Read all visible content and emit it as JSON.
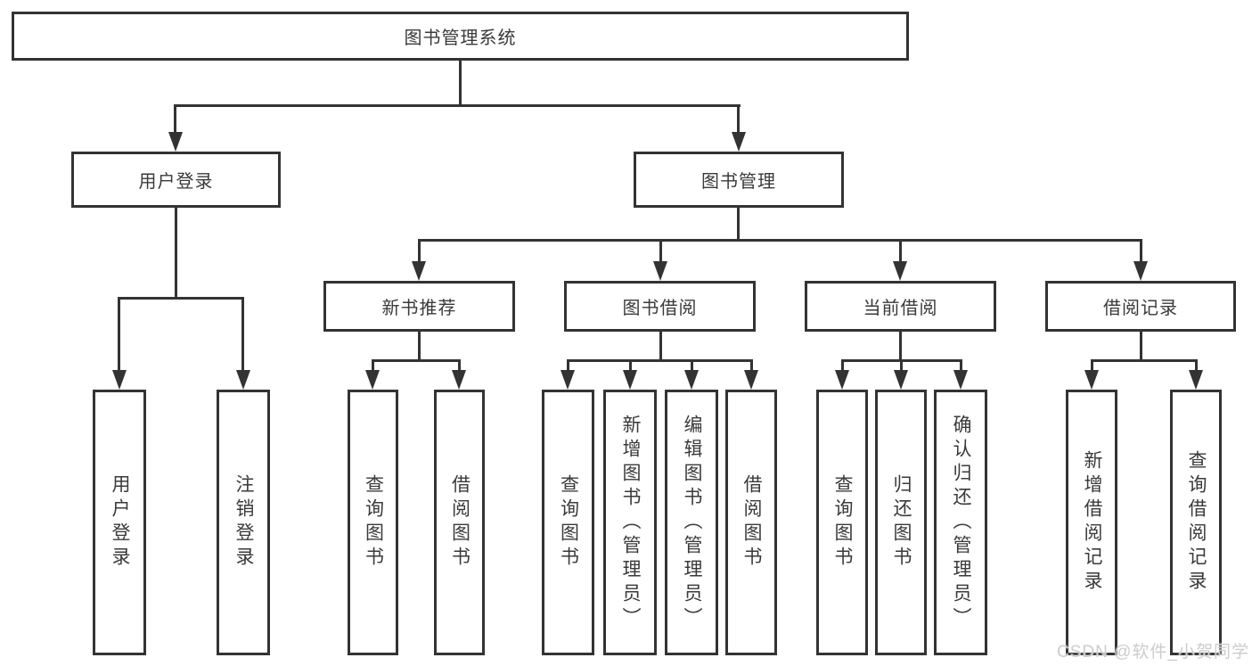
{
  "chart": {
    "root": "图书管理系统",
    "level2": {
      "login": "用户登录",
      "management": "图书管理"
    },
    "level3": {
      "new_books": "新书推荐",
      "borrowing": "图书借阅",
      "current": "当前借阅",
      "records": "借阅记录"
    },
    "leaves": {
      "login": [
        "用户登录",
        "注销登录"
      ],
      "new_books": [
        "查询图书",
        "借阅图书"
      ],
      "borrowing": [
        "查询图书",
        "新增图书（管理员）",
        "编辑图书（管理员）",
        "借阅图书"
      ],
      "current": [
        "查询图书",
        "归还图书",
        "确认归还（管理员）"
      ],
      "records": [
        "新增借阅记录",
        "查询借阅记录"
      ]
    }
  },
  "watermark": "CSDN @软件_小贺同学",
  "colors": {
    "line": "#333333",
    "background": "#ffffff",
    "watermark": "#cccccc"
  }
}
